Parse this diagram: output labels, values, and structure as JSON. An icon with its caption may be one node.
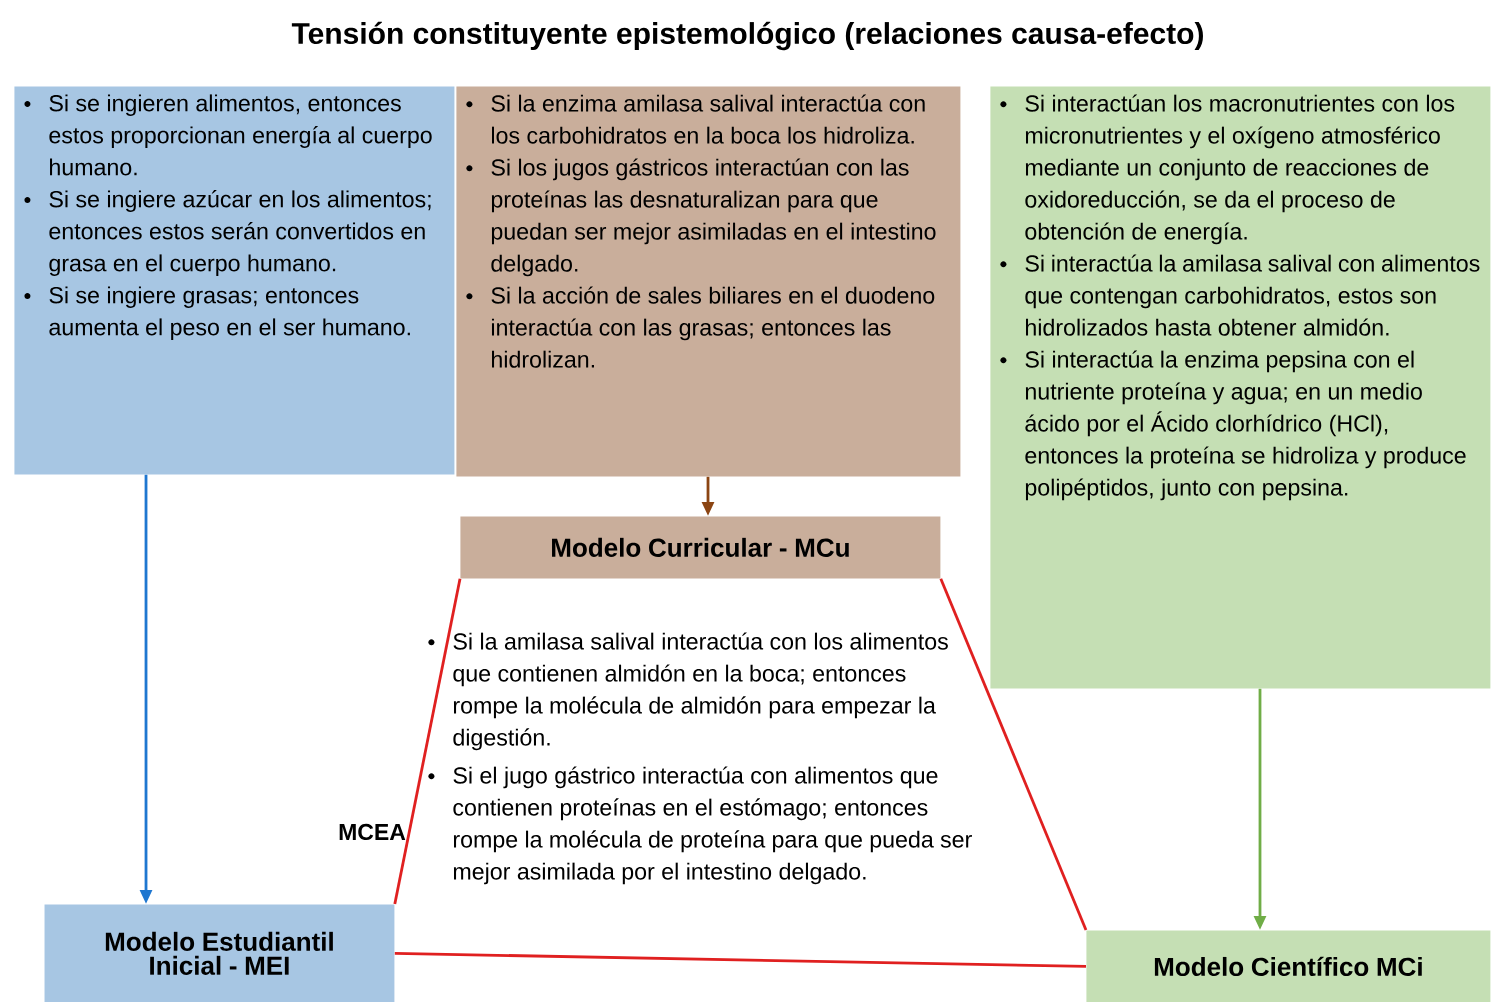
{
  "diagram": {
    "title": "Tensión constituyente epistemológico (relaciones causa-efecto)",
    "nodes": [
      {
        "text": [
          "Si se ingieren alimentos, entonces estos proporcionan energía al cuerpo  humano.",
          "Si se ingiere azúcar en los alimentos; entonces estos serán convertidos en grasa en el cuerpo humano.",
          "Si se ingiere grasas; entonces aumenta el peso en el ser humano."
        ]
      },
      {
        "text": [
          "Si la enzima amilasa salival interactúa con los carbohidratos en la boca los hidroliza.",
          "Si los jugos gástricos interactúan con las proteínas las desnaturalizan para que puedan ser mejor asimiladas en el intestino delgado.",
          "Si la acción de sales biliares en el duodeno interactúa con las grasas; entonces las hidrolizan."
        ]
      },
      {
        "text": [
          "Si interactúan los macronutrientes con los micronutrientes y el oxígeno atmosférico mediante un conjunto de reacciones de oxidoreducción, se da el proceso de obtención de energía.",
          "Si interactúa la amilasa salival con alimentos que contengan carbohidratos, estos son hidrolizados hasta obtener almidón.",
          "Si interactúa la enzima pepsina con el nutriente proteína y agua; en un medio ácido por el Ácido clorhídrico (HCl), entonces la proteína se hidroliza y produce polipéptidos, junto con pepsina."
        ]
      },
      {
        "text": [
          "Modelo Curricular - MCu"
        ]
      },
      {
        "text": [
          "Modelo Estudiantil Inicial - MEI"
        ]
      },
      {
        "text": [
          "Modelo Científico MCi"
        ]
      }
    ],
    "edges": [
      {
        "from": 0,
        "to": 4,
        "arrow": "to",
        "color": "#1f77d0"
      },
      {
        "from": 1,
        "to": 3,
        "arrow": "to",
        "color": "#8b4513"
      },
      {
        "from": 2,
        "to": 5,
        "arrow": "to",
        "color": "#70ad47"
      },
      {
        "from": 3,
        "to": 4,
        "arrow": "none"
      },
      {
        "from": 3,
        "to": 5,
        "arrow": "none"
      },
      {
        "from": 4,
        "to": 5,
        "arrow": "none"
      }
    ],
    "labels": [
      "Si la amilasa salival interactúa con los alimentos que contienen almidón en la boca; entonces rompe la molécula de almidón para empezar la digestión.",
      "Si el jugo gástrico interactúa con alimentos que contienen proteínas en el estómago; entonces rompe la molécula de proteína para que pueda ser mejor asimilada por el intestino delgado.",
      "MCEA"
    ]
  }
}
